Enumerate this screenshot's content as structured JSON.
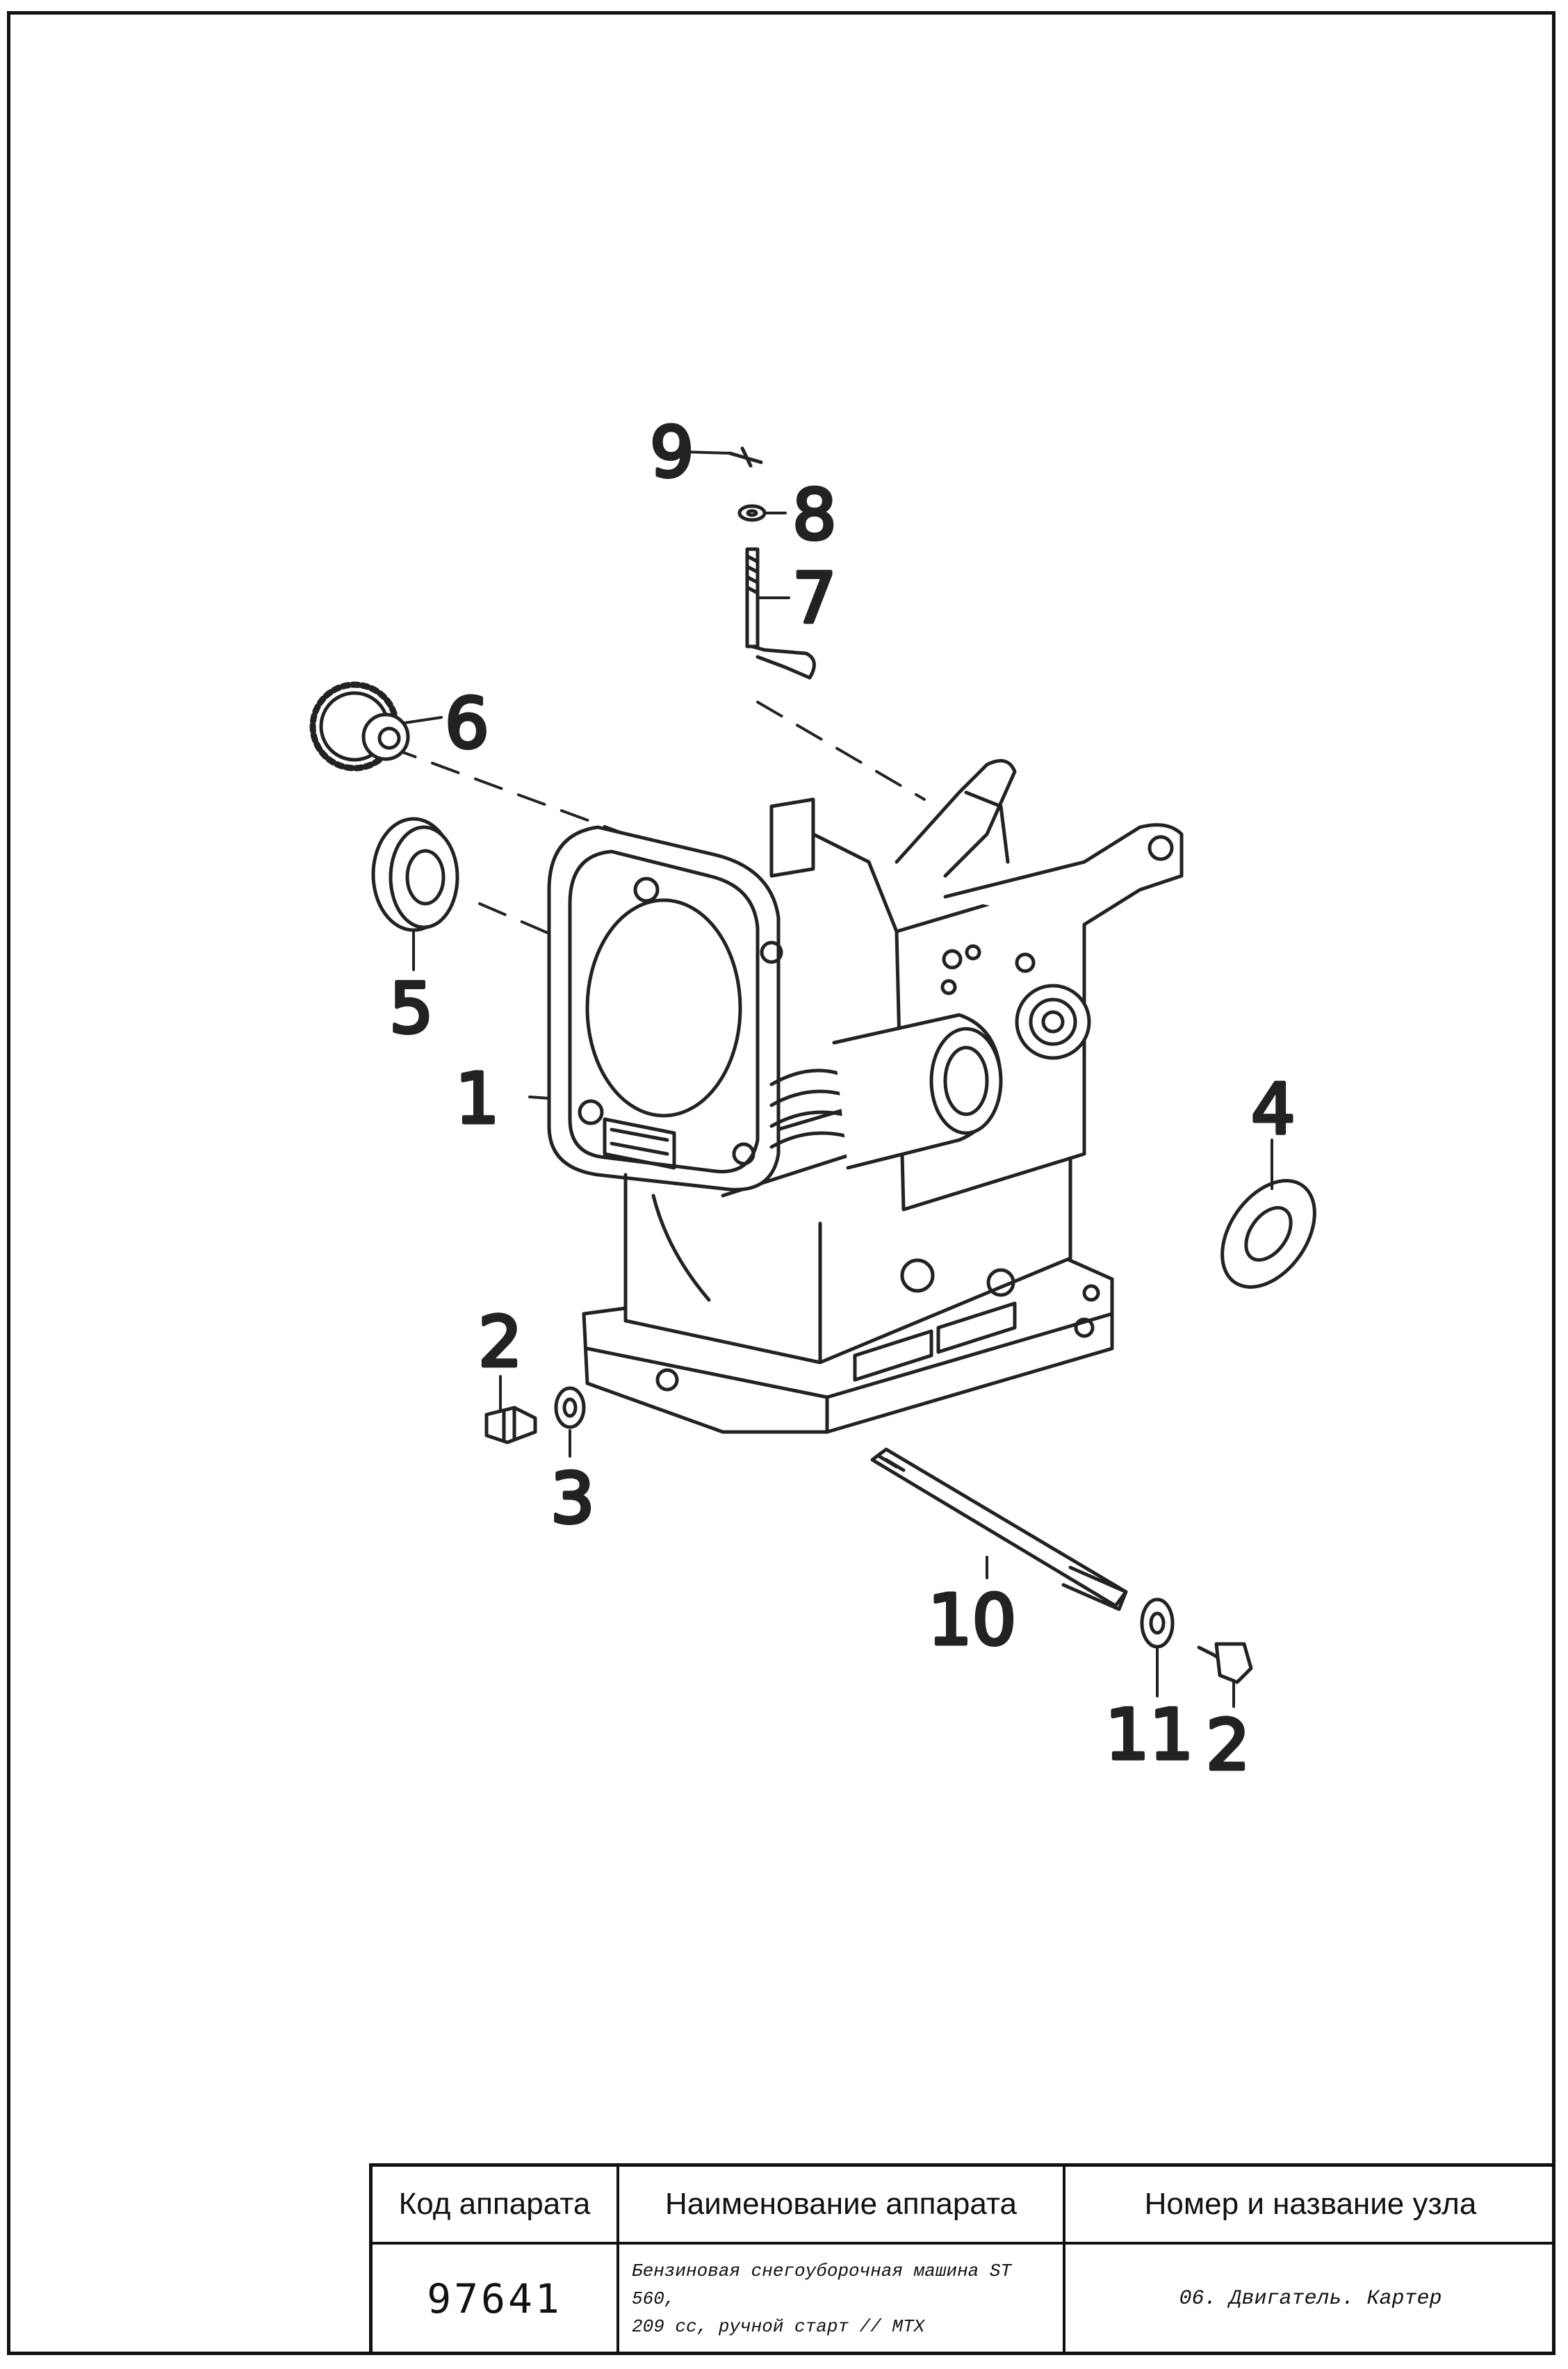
{
  "callouts": {
    "p1": "1",
    "p2a": "2",
    "p2b": "2",
    "p3": "3",
    "p4": "4",
    "p5": "5",
    "p6": "6",
    "p7": "7",
    "p8": "8",
    "p9": "9",
    "p10": "10",
    "p11": "11"
  },
  "title_block": {
    "col1_header": "Код аппарата",
    "col2_header": "Наименование аппарата",
    "col3_header": "Номер и название узла",
    "code": "97641",
    "name_line1": "Бензиновая снегоуборочная машина ST 560,",
    "name_line2": "209 сс, ручной старт // MTX",
    "node": "06. Двигатель. Картер"
  }
}
